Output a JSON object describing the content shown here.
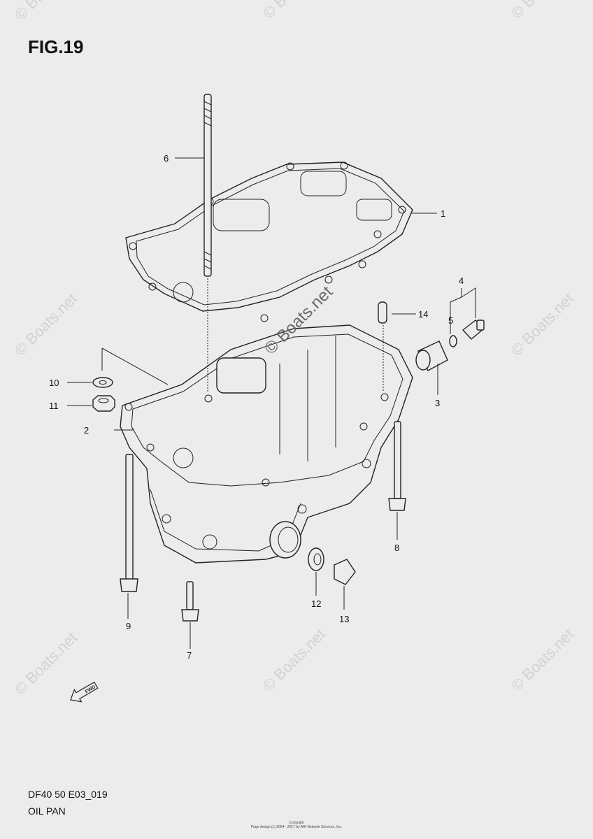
{
  "figure": {
    "title": "FIG.19",
    "model_code": "DF40 50 E03_019",
    "part_name": "OIL PAN",
    "copyright_line1": "Copyright",
    "copyright_line2": "Page design (c) 2004 - 2017 by ARI Network Services, Inc."
  },
  "watermark": {
    "text": "© Boats.net",
    "center_text": "© Boats.net"
  },
  "callouts": [
    "1",
    "2",
    "3",
    "4",
    "5",
    "6",
    "7",
    "8",
    "9",
    "10",
    "11",
    "12",
    "13",
    "14"
  ],
  "fwd_label": "FWD"
}
